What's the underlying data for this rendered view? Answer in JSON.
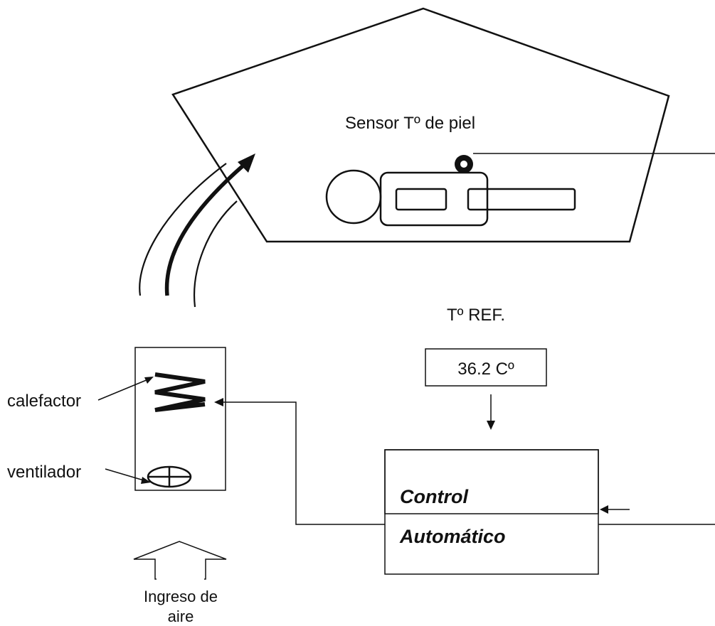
{
  "labels": {
    "sensor": "Sensor  Tº  de piel",
    "tref": "Tº   REF.",
    "setpoint": "36.2  Cº",
    "heater": "calefactor",
    "fan": "ventilador",
    "control_line1": "Control",
    "control_line2": "Automático",
    "air_line1": "Ingreso de",
    "air_line2": "aire"
  },
  "colors": {
    "stroke": "#111111",
    "background": "#ffffff"
  }
}
